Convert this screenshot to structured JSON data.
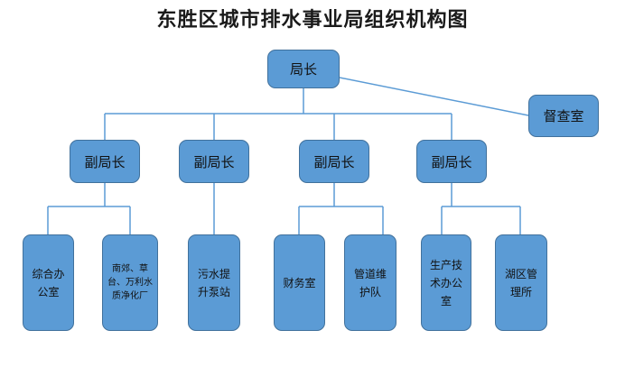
{
  "title": "东胜区城市排水事业局组织机构图",
  "nodes": {
    "director": "局长",
    "supervision": "督查室",
    "deputy_1": "副局长",
    "deputy_2": "副局长",
    "deputy_3": "副局长",
    "deputy_4": "副局长",
    "general_office": "综合办公室",
    "water_plants": "南郊、草台、万利水质净化厂",
    "pump_station": "污水提升泵站",
    "finance": "财务室",
    "pipe_team": "管道维护队",
    "tech_office": "生产技术办公室",
    "lake_office": "湖区管理所"
  },
  "colors": {
    "box_fill": "#5b9bd5",
    "box_border": "#41719c",
    "connector": "#5b9bd5"
  }
}
